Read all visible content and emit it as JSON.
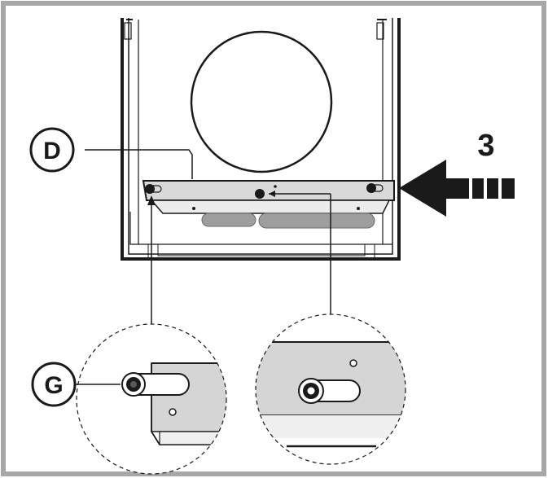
{
  "labels": {
    "d": "D",
    "g": "G",
    "step": "3"
  },
  "colors": {
    "frame": "#a7a7a7",
    "ink": "#1a1a1a",
    "panel_fill": "#d9d9d9",
    "slot_fill": "#9e9e9e",
    "detail_fill": "#cfcfcf",
    "background": "#ffffff"
  },
  "icons": {
    "arrow": "push-arrow-icon",
    "screw": "screw-icon"
  }
}
